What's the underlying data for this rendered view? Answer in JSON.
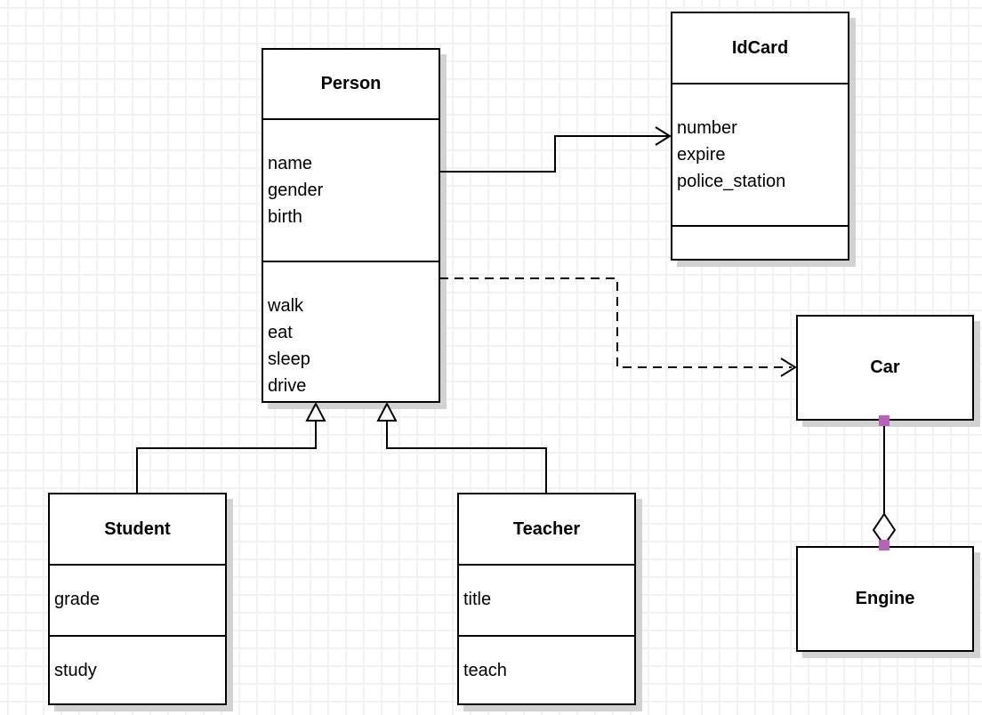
{
  "diagram": {
    "kind": "UML class diagram on grid canvas",
    "classes": {
      "person": {
        "title": "Person",
        "attributes": [
          "name",
          "gender",
          "birth"
        ],
        "methods": [
          "walk",
          "eat",
          "sleep",
          "drive"
        ]
      },
      "idcard": {
        "title": "IdCard",
        "attributes": [
          "number",
          "expire",
          "police_station"
        ],
        "methods": []
      },
      "car": {
        "title": "Car",
        "attributes": [],
        "methods": []
      },
      "engine": {
        "title": "Engine",
        "attributes": [],
        "methods": []
      },
      "student": {
        "title": "Student",
        "attributes": [
          "grade"
        ],
        "methods": [
          "study"
        ]
      },
      "teacher": {
        "title": "Teacher",
        "attributes": [
          "title"
        ],
        "methods": [
          "teach"
        ]
      }
    },
    "relations": [
      {
        "from": "Person",
        "to": "IdCard",
        "type": "directed-association",
        "line": "solid",
        "arrow": "open-arrow"
      },
      {
        "from": "Person",
        "to": "Car",
        "type": "dependency",
        "line": "dashed",
        "arrow": "open-arrow"
      },
      {
        "from": "Student",
        "to": "Person",
        "type": "generalization",
        "line": "solid",
        "arrow": "hollow-triangle"
      },
      {
        "from": "Teacher",
        "to": "Person",
        "type": "generalization",
        "line": "solid",
        "arrow": "hollow-triangle"
      },
      {
        "from": "Car",
        "to": "Engine",
        "type": "aggregation",
        "line": "solid",
        "arrow": "hollow-diamond"
      }
    ],
    "colors": {
      "background": "#ffffff",
      "grid_line": "#f2f2f5",
      "box_border": "#000000",
      "box_fill": "#ffffff",
      "shadow": "#d2d2d2",
      "endpoint_marker": "#b763b7"
    }
  }
}
